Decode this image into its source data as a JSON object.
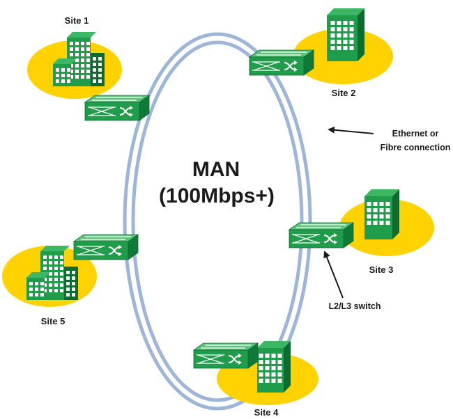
{
  "center": {
    "title": "MAN",
    "subtitle": "(100Mbps+)"
  },
  "sites": [
    {
      "label": "Site 1",
      "building": "cluster"
    },
    {
      "label": "Site 2",
      "building": "tower"
    },
    {
      "label": "Site 3",
      "building": "tower"
    },
    {
      "label": "Site 4",
      "building": "tower"
    },
    {
      "label": "Site 5",
      "building": "cluster"
    }
  ],
  "annotations": {
    "connection_line1": "Ethernet or",
    "connection_line2": "Fibre connection",
    "switch_label": "L2/L3 switch"
  },
  "colors": {
    "ring": "#9db5d9",
    "site_ellipse": "#ffd200",
    "building": "#1f9d4a",
    "building_dark": "#0e6b2f",
    "switch_top": "#5cc47a",
    "switch_front": "#1f9d4a",
    "switch_side": "#0e7a37",
    "text": "#1a1a1a"
  },
  "icons": {
    "switch": "l2-l3-switch-icon",
    "building_cluster": "office-buildings-icon",
    "building_tower": "office-tower-icon",
    "arrow": "arrow-icon"
  }
}
